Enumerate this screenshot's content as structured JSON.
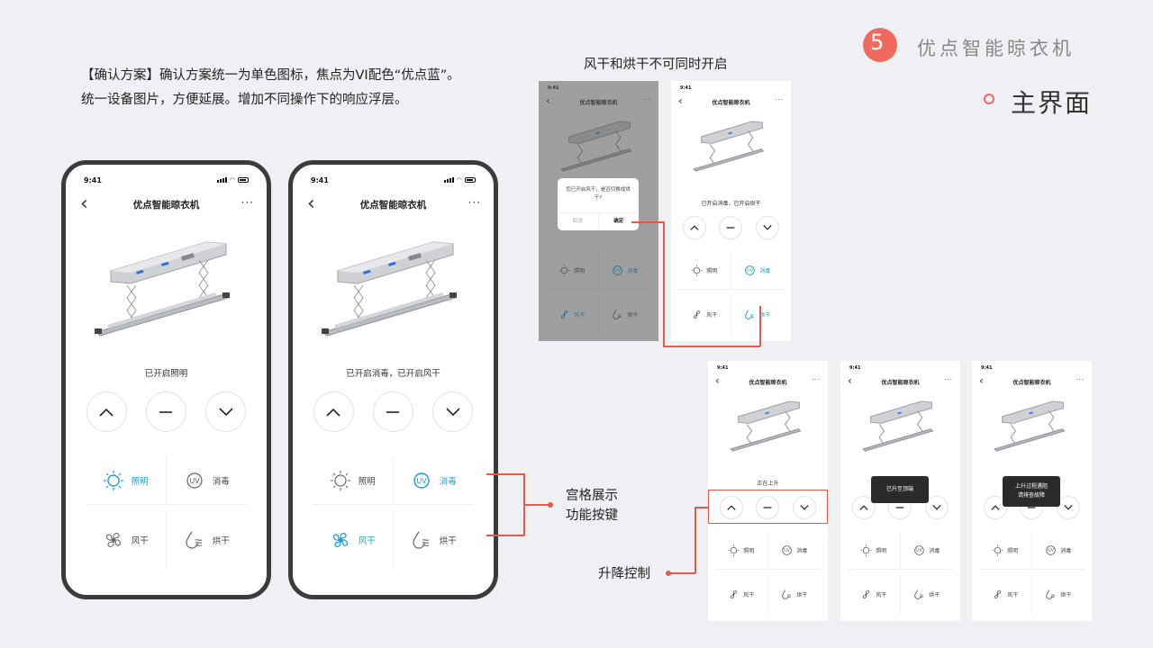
{
  "header": {
    "num": "5",
    "slash": "/",
    "title": "优点智能晾衣机",
    "section": "主界面"
  },
  "description": {
    "line1": "【确认方案】确认方案统一为单色图标，焦点为VI配色“优点蓝”。",
    "line2": "统一设备图片，方便延展。增加不同操作下的响应浮层。"
  },
  "caption_top": "风干和烘干不可同时开启",
  "annotations": {
    "grid": [
      "宫格展示",
      "功能按键"
    ],
    "lift": "升降控制"
  },
  "app": {
    "time": "9:41",
    "title": "优点智能晾衣机",
    "back": "‹",
    "more": "···",
    "functions": {
      "light": "照明",
      "uv": "消毒",
      "air": "风干",
      "heat": "烘干"
    }
  },
  "screens": {
    "phone1_status": "已开启照明",
    "phone2_status": "已开启消毒，已开启风干",
    "mini_b_status": "已开启消毒，已开启烘干",
    "mini_c_status": "正在上升",
    "dialog": {
      "message": "您已开启风干，是否切换成烘干?",
      "cancel": "取消",
      "confirm": "确定"
    },
    "toast_d": "已升至顶端",
    "toast_e_line1": "上升过程遇阻",
    "toast_e_line2": "请排查故障"
  },
  "colors": {
    "accent": "#1a9fd8",
    "brand_red": "#ee6a5c",
    "frame": "#3b3b3d"
  }
}
